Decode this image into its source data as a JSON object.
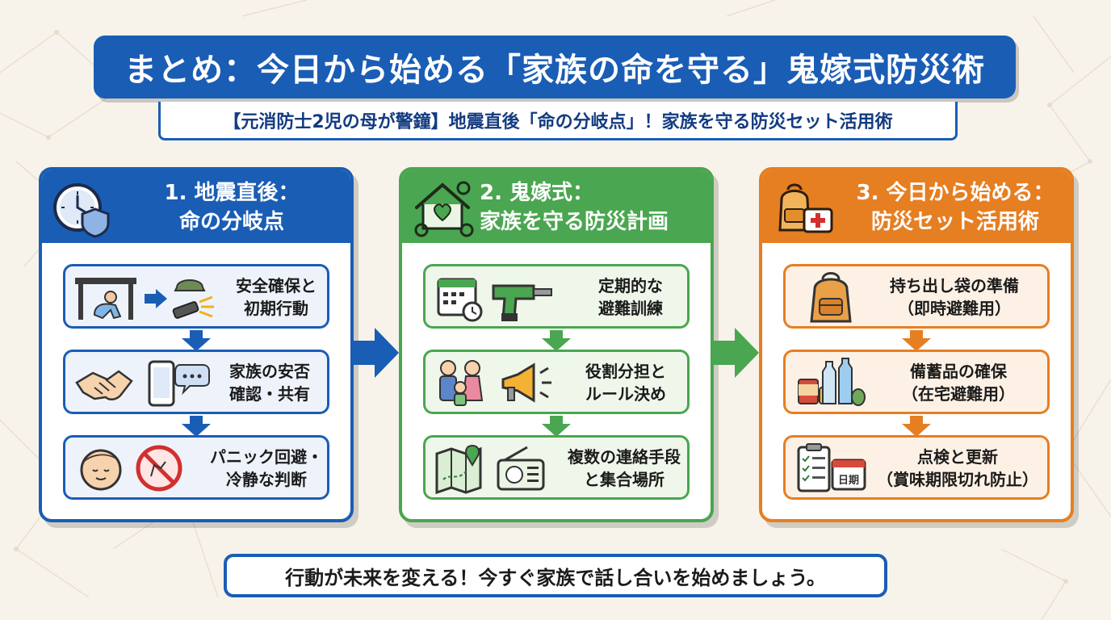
{
  "header": {
    "title": "まとめ：今日から始める「家族の命を守る」鬼嫁式防災術",
    "subtitle": "【元消防士2児の母が警鐘】地震直後「命の分岐点」！家族を守る防災セット活用術"
  },
  "colors": {
    "blue": "#1a5db5",
    "blue_item_fill": "#eef3fb",
    "green": "#4aa650",
    "green_item_fill": "#eef7ea",
    "orange": "#e67e22",
    "orange_item_fill": "#fdf1e5"
  },
  "panels": [
    {
      "title_line1": "1. 地震直後：",
      "title_line2": "命の分岐点",
      "icon": "clock-shield-icon",
      "items": [
        {
          "line1": "安全確保と",
          "line2": "初期行動",
          "icons": [
            "table-crawl-icon",
            "helmet-flashlight-icon"
          ]
        },
        {
          "line1": "家族の安否",
          "line2": "確認・共有",
          "icons": [
            "handshake-icon",
            "smartphone-chat-icon"
          ]
        },
        {
          "line1": "パニック回避・",
          "line2": "冷静な判断",
          "icons": [
            "calm-face-icon",
            "no-panic-icon"
          ]
        }
      ]
    },
    {
      "title_line1": "2. 鬼嫁式：",
      "title_line2": "家族を守る防災計画",
      "icon": "house-heart-gear-icon",
      "items": [
        {
          "line1": "定期的な",
          "line2": "避難訓練",
          "icons": [
            "calendar-clock-icon",
            "drill-icon"
          ]
        },
        {
          "line1": "役割分担と",
          "line2": "ルール決め",
          "icons": [
            "family-icon",
            "megaphone-icon"
          ]
        },
        {
          "line1": "複数の連絡手段",
          "line2": "と集合場所",
          "icons": [
            "map-pin-icon",
            "radio-icon"
          ]
        }
      ]
    },
    {
      "title_line1": "3. 今日から始める：",
      "title_line2": "防災セット活用術",
      "icon": "backpack-firstaid-icon",
      "items": [
        {
          "line1": "持ち出し袋の準備",
          "line2": "（即時避難用）",
          "icons": [
            "backpack-icon"
          ]
        },
        {
          "line1": "備蓄品の確保",
          "line2": "（在宅避難用）",
          "icons": [
            "canned-food-water-icon"
          ]
        },
        {
          "line1": "点検と更新",
          "line2": "（賞味期限切れ防止）",
          "icons": [
            "checklist-calendar-icon"
          ],
          "calendar_label": "日期"
        }
      ]
    }
  ],
  "footer": {
    "text": "行動が未来を変える！今すぐ家族で話し合いを始めましょう。"
  }
}
